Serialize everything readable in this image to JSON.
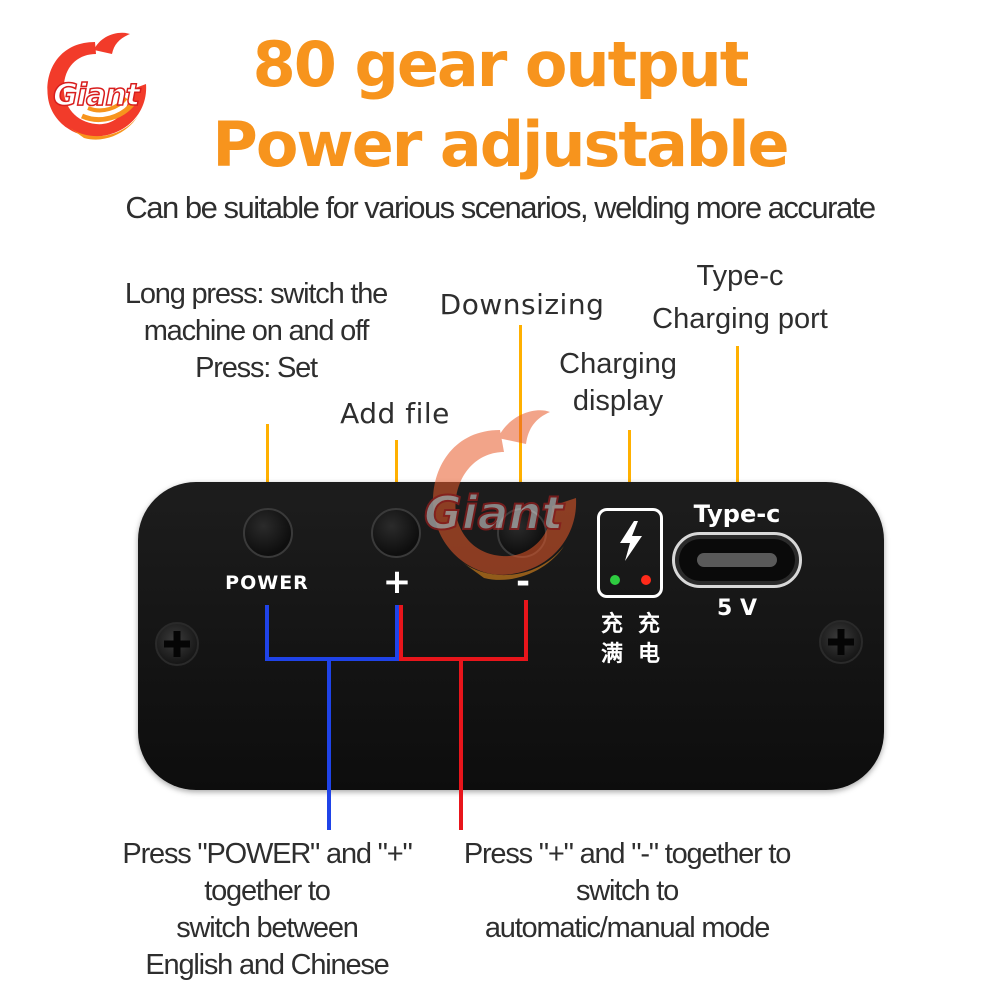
{
  "colors": {
    "headline_orange": "#f7941d",
    "callout_yellow": "#ffb000",
    "wire_blue": "#1f43e8",
    "wire_red": "#e8151b",
    "device_black": "#111111"
  },
  "logo": {
    "text": "Giant",
    "icon": "whale-logo-icon"
  },
  "header": {
    "title_line1": "80 gear output",
    "title_line2": "Power adjustable",
    "subtitle": "Can be suitable for various scenarios, welding more accurate"
  },
  "callouts": {
    "power": [
      "Long press: switch the",
      "machine on and off",
      "Press: Set"
    ],
    "add": [
      "Add file"
    ],
    "down": [
      "Downsizing"
    ],
    "charging": [
      "Charging",
      "display"
    ],
    "typec": [
      "Type-c",
      "Charging port"
    ],
    "combo_blue": [
      "Press \"POWER\" and \"+\"",
      "together to",
      "switch between",
      "English and Chinese"
    ],
    "combo_red": [
      "Press \"+\" and \"-\" together to",
      "switch to",
      "automatic/manual mode"
    ]
  },
  "device": {
    "power_label": "POWER",
    "plus_label": "+",
    "minus_label": "-",
    "charge_full": "充满",
    "charging": "充电",
    "charge_full_col1": "充",
    "charge_full_col2": "满",
    "charging_col1": "充",
    "charging_col2": "电",
    "typec_label": "Type-c",
    "voltage_label": "5 V",
    "led_left_color": "#2ecc40",
    "led_right_color": "#ff2a1a",
    "bolt_icon": "lightning-bolt-icon"
  }
}
